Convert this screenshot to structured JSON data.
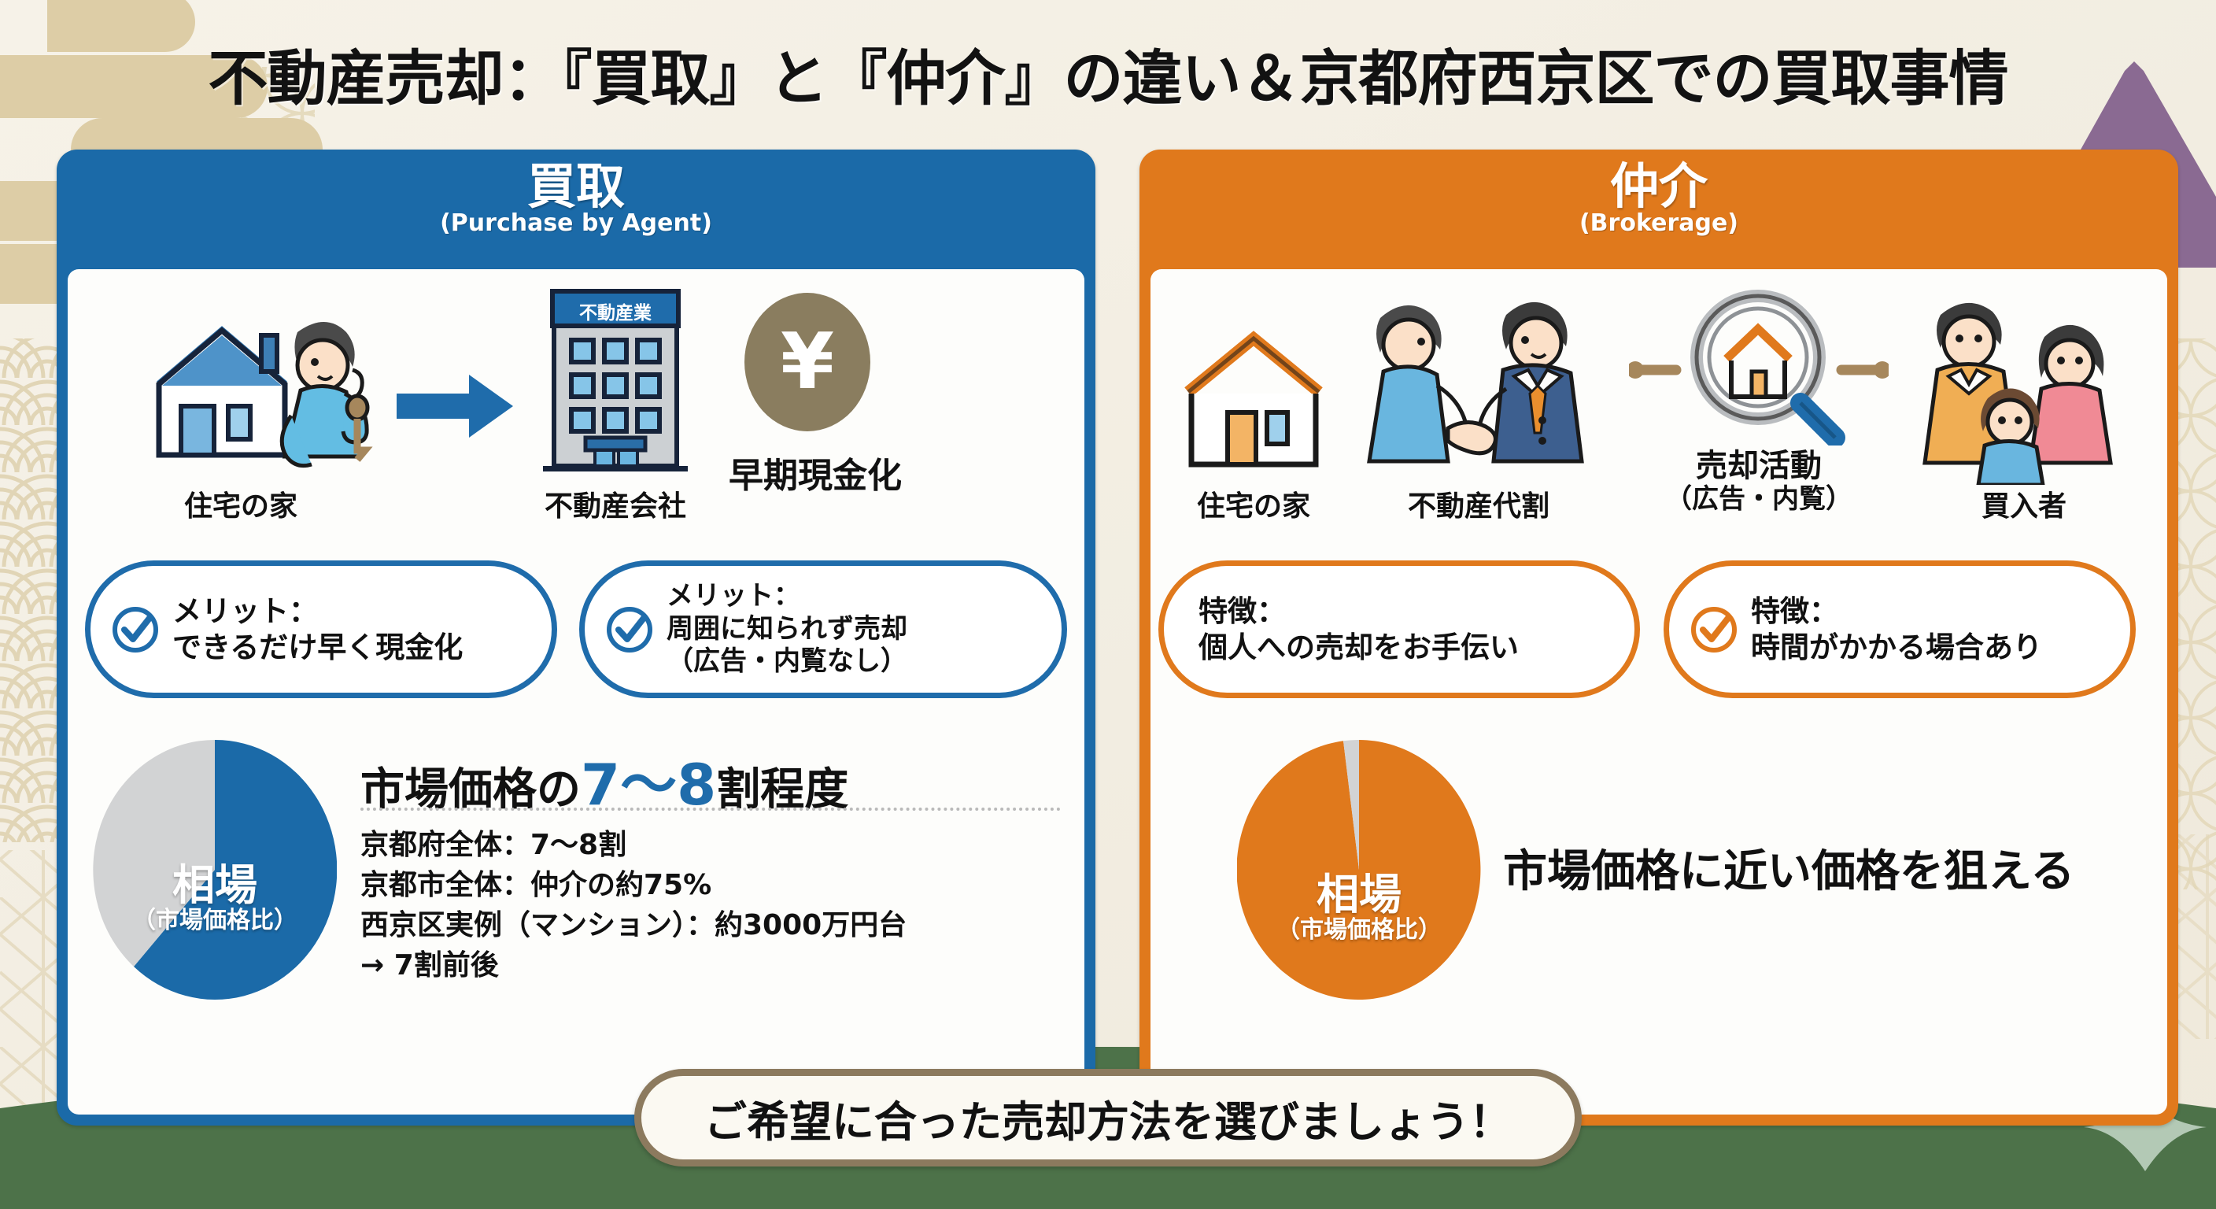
{
  "title": "不動産売却：『買取』と『仲介』の違い＆京都府西京区での買取事情",
  "colors": {
    "blue": "#1b6aa8",
    "orange": "#e0791c",
    "grey": "#d2d3d4",
    "gold": "#8a7d5f",
    "green": "#4d7249",
    "purple": "#8a6a92",
    "paper": "#f4efe4"
  },
  "left_panel": {
    "heading_jp": "買取",
    "heading_en": "(Purchase by Agent)",
    "illustration": {
      "house_label": "住宅の家",
      "company_sign": "不動産業",
      "company_label": "不動産会社",
      "coin_symbol": "¥",
      "coin_label": "早期現金化"
    },
    "bubbles": [
      {
        "line1": "メリット：",
        "line2": "できるだけ早く現金化",
        "line3": ""
      },
      {
        "line1": "メリット：",
        "line2": "周囲に知られず売却",
        "line3": "（広告・内覧なし）"
      }
    ],
    "pie": {
      "label_main": "相場",
      "label_sub": "（市場価格比）",
      "primary_pct": 75,
      "secondary_pct": 25
    },
    "headline_pre": "市場価格の",
    "headline_accent": "7〜8",
    "headline_post": "割程度",
    "notes": [
      "京都府全体：7〜8割",
      "京都市全体：仲介の約75%",
      "西京区実例（マンション）：約3000万円台",
      "→ 7割前後"
    ]
  },
  "right_panel": {
    "heading_jp": "仲介",
    "heading_en": "(Brokerage)",
    "illustration": {
      "house_label": "住宅の家",
      "agent_label": "不動産代割",
      "activity_label": "売却活動",
      "activity_sub": "（広告・内覧）",
      "buyer_label": "買入者"
    },
    "bubbles": [
      {
        "line1": "特徴：",
        "line2": "個人への売却をお手伝い",
        "line3": ""
      },
      {
        "line1": "特徴：",
        "line2": "時間がかかる場合あり",
        "line3": ""
      }
    ],
    "pie": {
      "label_main": "相場",
      "label_sub": "（市場価格比）",
      "primary_pct": 97,
      "secondary_pct": 3
    },
    "message": "市場価格に近い価格を狙える"
  },
  "footer": {
    "text": "ご希望に合った売却方法を選びましょう！"
  },
  "chart_data": [
    {
      "type": "pie",
      "title": "相場（市場価格比） - 買取",
      "categories": [
        "買取価格",
        "差額"
      ],
      "values": [
        75,
        25
      ],
      "colors": [
        "#1b6aa8",
        "#d2d3d4"
      ],
      "annotation": "市場価格の7〜8割程度"
    },
    {
      "type": "pie",
      "title": "相場（市場価格比） - 仲介",
      "categories": [
        "仲介価格",
        "差額"
      ],
      "values": [
        97,
        3
      ],
      "colors": [
        "#e0791c",
        "#d2d3d4"
      ],
      "annotation": "市場価格に近い価格を狙える"
    }
  ]
}
